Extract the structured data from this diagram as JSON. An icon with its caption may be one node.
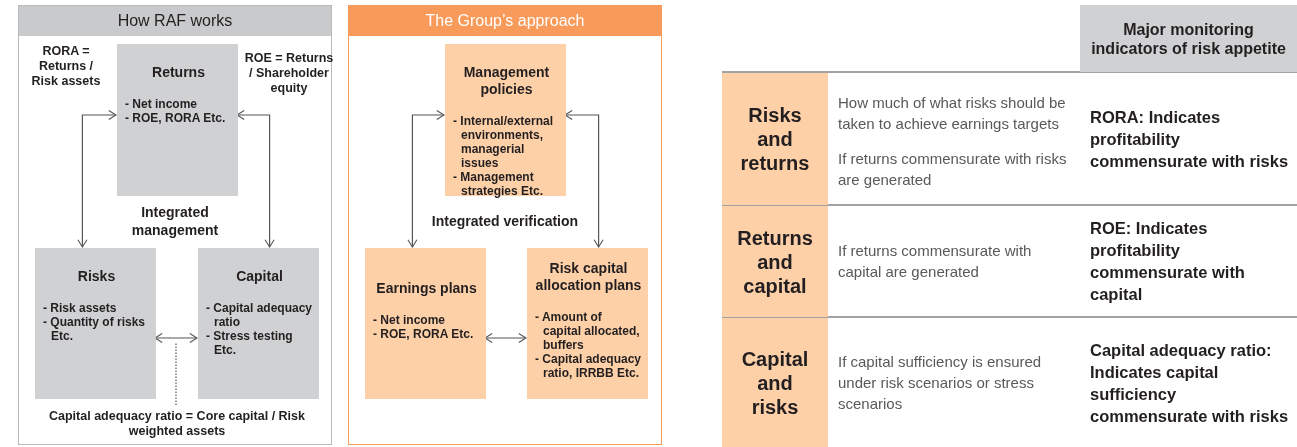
{
  "diagram": {
    "nodes": [
      {
        "text": [
          "How RAF works"
        ]
      },
      {
        "text": [
          "Returns",
          "- Net income",
          "- ROE, RORA Etc."
        ],
        "in": 0
      },
      {
        "text": [
          "Risks",
          "- Risk assets",
          "- Quantity of risks Etc."
        ],
        "in": 0
      },
      {
        "text": [
          "Capital",
          "- Capital adequacy ratio",
          "- Stress testing Etc."
        ],
        "in": 0
      },
      {
        "text": [
          "The Group’s approach"
        ]
      },
      {
        "text": [
          "Management policies",
          "- Internal/external environments, managerial issues",
          "- Management strategies Etc."
        ],
        "in": 4
      },
      {
        "text": [
          "Earnings plans",
          "- Net income",
          "- ROE, RORA Etc."
        ],
        "in": 4
      },
      {
        "text": [
          "Risk capital allocation plans",
          "- Amount of capital allocated, buffers",
          "- Capital adequacy ratio, IRRBB Etc."
        ],
        "in": 4
      },
      {
        "text": [
          "Capital adequacy ratio = Core capital / Risk weighted assets"
        ],
        "in": 0
      },
      {
        "text": [
          "Risks and returns"
        ]
      },
      {
        "text": [
          "Returns and capital"
        ]
      },
      {
        "text": [
          "Capital and risks"
        ]
      }
    ],
    "edges": [
      {
        "from": 1,
        "to": 2,
        "arrow": "both"
      },
      {
        "from": 1,
        "to": 3,
        "arrow": "both"
      },
      {
        "from": 2,
        "to": 3,
        "arrow": "both"
      },
      {
        "from": 8,
        "to": null,
        "arrow": "none",
        "style": "dashed"
      },
      {
        "from": 5,
        "to": 6,
        "arrow": "both"
      },
      {
        "from": 5,
        "to": 7,
        "arrow": "both"
      },
      {
        "from": 6,
        "to": 7,
        "arrow": "both"
      }
    ],
    "labels": [
      "RORA = Returns / Risk assets",
      "ROE = Returns / Shareholder equity",
      "Integrated management",
      "Integrated verification",
      "Major monitoring indicators of risk appetite",
      "How much of what risks should be taken to achieve earnings targets",
      "If returns commensurate with risks are generated",
      "RORA: Indicates profitability commensurate with risks",
      "If returns commensurate with capital are generated",
      "ROE: Indicates profitability commensurate with capital",
      "If capital sufficiency is ensured under risk scenarios or stress scenarios",
      "Capital adequacy ratio: Indicates capital sufficiency commensurate with risks"
    ]
  }
}
